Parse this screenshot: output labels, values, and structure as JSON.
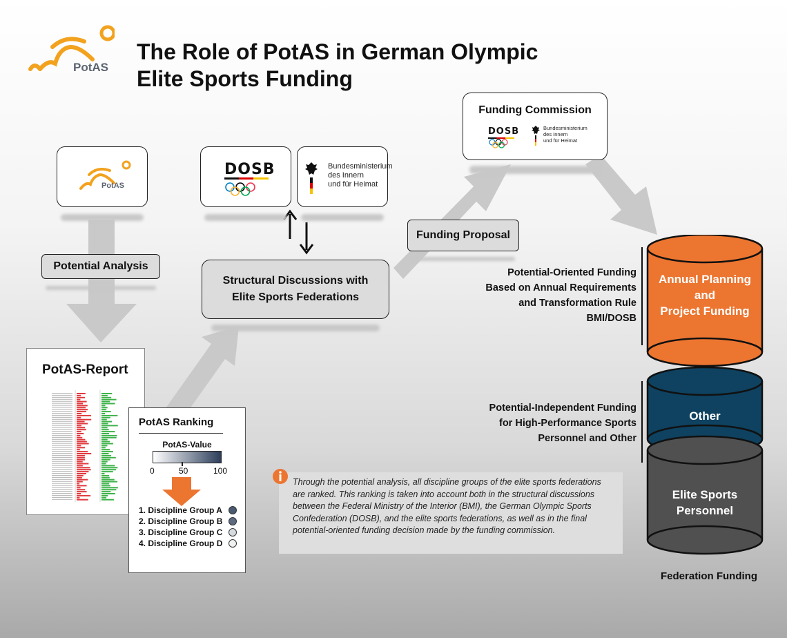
{
  "title_line1": "The Role of PotAS in German Olympic",
  "title_line2": "Elite Sports Funding",
  "logo_text": "PotAS",
  "potas_box_label": "PotAS",
  "dosb_label": "DOSB",
  "bmi_line1": "Bundesministerium",
  "bmi_line2": "des Innern",
  "bmi_line3": "und für Heimat",
  "potential_analysis": "Potential Analysis",
  "structural_line1": "Structural Discussions with",
  "structural_line2": "Elite Sports Federations",
  "funding_proposal": "Funding Proposal",
  "funding_commission": "Funding Commission",
  "report_title": "PotAS-Report",
  "ranking": {
    "title": "PotAS Ranking",
    "value_label": "PotAS-Value",
    "scale": [
      "0",
      "50",
      "100"
    ],
    "items": [
      {
        "label": "1. Discipline Group A",
        "color": "#4a5a70"
      },
      {
        "label": "2. Discipline Group B",
        "color": "#5c6b80"
      },
      {
        "label": "3. Discipline Group C",
        "color": "#d6dbe0"
      },
      {
        "label": "4. Discipline Group D",
        "color": "#eef0f2"
      }
    ]
  },
  "oriented_text": [
    "Potential-Oriented Funding",
    "Based on Annual Requirements",
    "and Transformation Rule",
    "BMI/DOSB"
  ],
  "independent_text": [
    "Potential-Independent Funding",
    "for High-Performance Sports",
    "Personnel and Other"
  ],
  "cyl_orange": [
    "Annual Planning",
    "and",
    "Project Funding"
  ],
  "cyl_blue": "Other",
  "cyl_gray": [
    "Elite Sports",
    "Personnel"
  ],
  "federation_funding": "Federation Funding",
  "info_text": "Through the potential analysis, all discipline groups of the elite sports federations are ranked. This ranking is taken into account both in the structural discussions between the Federal Ministry of the Interior (BMI), the German Olympic Sports Confederation (DOSB), and the elite sports federations, as well as in the final potential-oriented funding decision made by the funding commission.",
  "colors": {
    "orange": "#ec7530",
    "blue": "#0e4260",
    "gray": "#505050",
    "arrow": "#c9c9c9",
    "potas": "#f2a21e"
  }
}
